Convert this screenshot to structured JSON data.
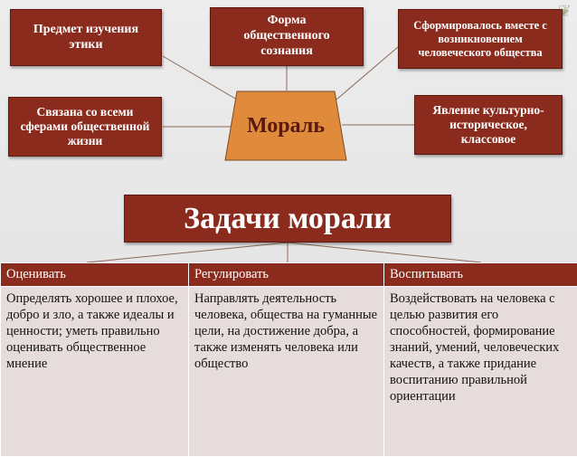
{
  "concepts": {
    "center": "Мораль",
    "subject": "Предмет изучения этики",
    "form": "Форма общественного сознания",
    "origin": "Сформировалось вместе с возникновением человеческого общества",
    "connected": "Связана со всеми сферами общественной жизни",
    "phenomenon": "Явление культурно-историческое, классовое"
  },
  "tasks_title": "Задачи морали",
  "table": {
    "headers": [
      "Оценивать",
      "Регулировать",
      "Воспитывать"
    ],
    "cells": [
      "Определять хорошее и плохое, добро и зло, а также идеалы и ценности; уметь правильно оценивать общественное мнение",
      "Направлять деятельность человека, общества на гуманные цели, на достижение добра, а также изменять человека или общество",
      "Воздействовать на человека с целью развития его способностей, формирование знаний, умений, человеческих качеств, а также придание воспитанию правильной ориентации"
    ]
  },
  "colors": {
    "box_fill": "#8a2b1d",
    "center_fill": "#e08a3c",
    "cell_fill": "#e6dcdc"
  },
  "decor_icon": "corner-flourish-icon"
}
